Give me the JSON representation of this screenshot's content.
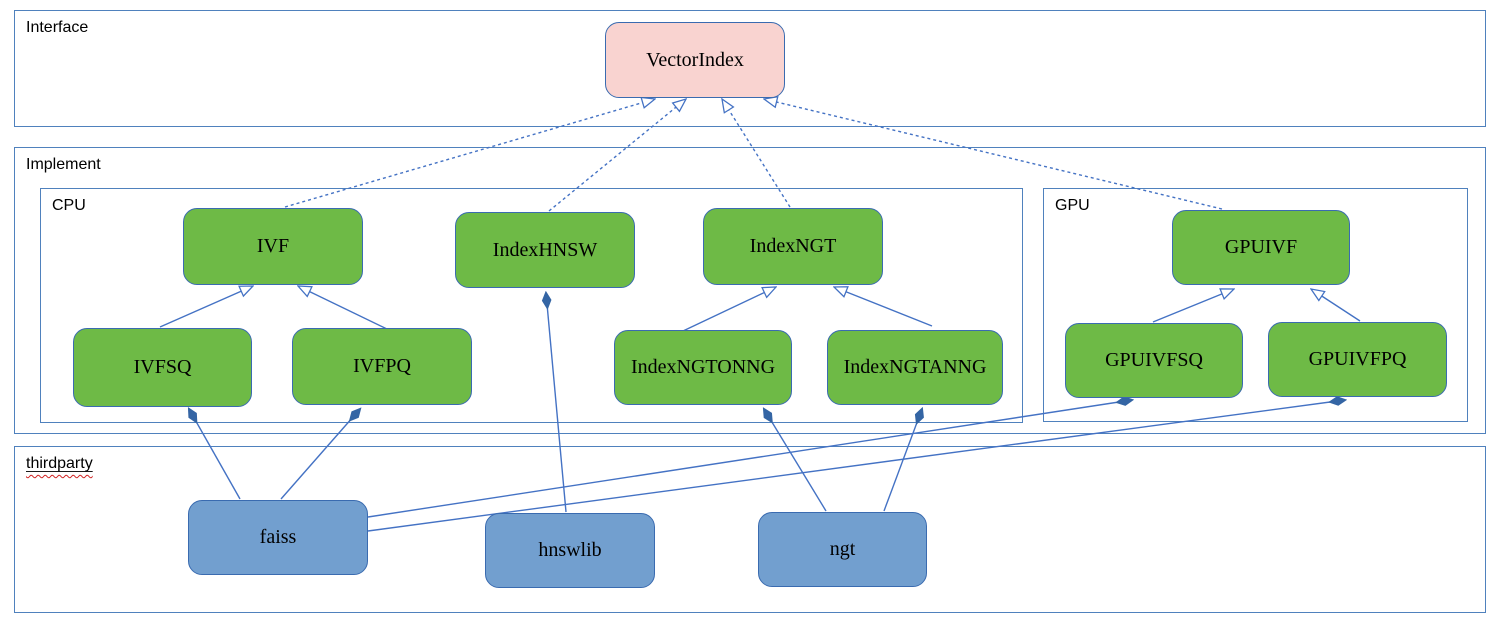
{
  "diagram": {
    "containers": {
      "interface": {
        "label": "Interface"
      },
      "implement": {
        "label": "Implement"
      },
      "cpu": {
        "label": "CPU"
      },
      "gpu": {
        "label": "GPU"
      },
      "thirdparty": {
        "label": "thirdparty",
        "spellcheck_underline": true
      }
    },
    "nodes": {
      "vectorindex": {
        "label": "VectorIndex",
        "kind": "interface"
      },
      "ivf": {
        "label": "IVF",
        "kind": "implementation"
      },
      "indexhnsw": {
        "label": "IndexHNSW",
        "kind": "implementation"
      },
      "indexngt": {
        "label": "IndexNGT",
        "kind": "implementation"
      },
      "gpuivf": {
        "label": "GPUIVF",
        "kind": "implementation"
      },
      "ivfsq": {
        "label": "IVFSQ",
        "kind": "implementation"
      },
      "ivfpq": {
        "label": "IVFPQ",
        "kind": "implementation"
      },
      "indexngtonng": {
        "label": "IndexNGTONNG",
        "kind": "implementation"
      },
      "indexngtanng": {
        "label": "IndexNGTANNG",
        "kind": "implementation"
      },
      "gpuivfsq": {
        "label": "GPUIVFSQ",
        "kind": "implementation"
      },
      "gpuivfpq": {
        "label": "GPUIVFPQ",
        "kind": "implementation"
      },
      "faiss": {
        "label": "faiss",
        "kind": "thirdparty-library"
      },
      "hnswlib": {
        "label": "hnswlib",
        "kind": "thirdparty-library"
      },
      "ngt": {
        "label": "ngt",
        "kind": "thirdparty-library"
      }
    },
    "edges": [
      {
        "from": "ivf",
        "to": "vectorindex",
        "type": "realization"
      },
      {
        "from": "indexhnsw",
        "to": "vectorindex",
        "type": "realization"
      },
      {
        "from": "indexngt",
        "to": "vectorindex",
        "type": "realization"
      },
      {
        "from": "gpuivf",
        "to": "vectorindex",
        "type": "realization"
      },
      {
        "from": "ivfsq",
        "to": "ivf",
        "type": "generalization"
      },
      {
        "from": "ivfpq",
        "to": "ivf",
        "type": "generalization"
      },
      {
        "from": "indexngtonng",
        "to": "indexngt",
        "type": "generalization"
      },
      {
        "from": "indexngtanng",
        "to": "indexngt",
        "type": "generalization"
      },
      {
        "from": "gpuivfsq",
        "to": "gpuivf",
        "type": "generalization"
      },
      {
        "from": "gpuivfpq",
        "to": "gpuivf",
        "type": "generalization"
      },
      {
        "from": "faiss",
        "to": "ivfsq",
        "type": "composition"
      },
      {
        "from": "faiss",
        "to": "ivfpq",
        "type": "composition"
      },
      {
        "from": "hnswlib",
        "to": "indexhnsw",
        "type": "composition"
      },
      {
        "from": "ngt",
        "to": "indexngtonng",
        "type": "composition"
      },
      {
        "from": "ngt",
        "to": "indexngtanng",
        "type": "composition"
      },
      {
        "from": "faiss",
        "to": "gpuivfsq",
        "type": "composition"
      },
      {
        "from": "faiss",
        "to": "gpuivfpq",
        "type": "composition"
      }
    ]
  },
  "colors": {
    "line_color": "#4472c4",
    "container_border": "#4f81bd",
    "node_border": "#3a6bb0",
    "green_fill": "#6eba46",
    "blue_fill": "#729fcf",
    "pink_fill": "#f9d3d0",
    "diamond_fill": "#3465a4",
    "squiggle_red": "#d02020"
  }
}
